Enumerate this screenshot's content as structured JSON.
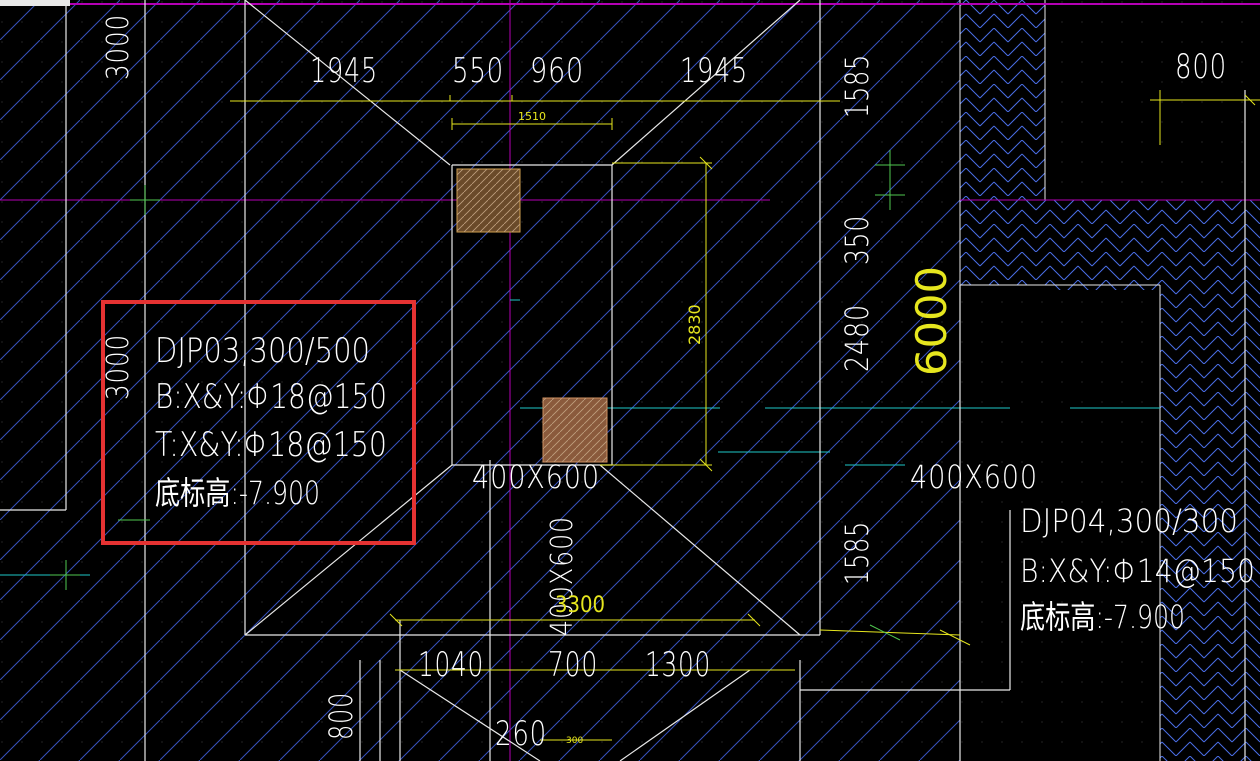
{
  "colors": {
    "background": "#000000",
    "white_line": "#e8e8e8",
    "yellow_line": "#e6e61e",
    "cyan_line": "#1ec8c8",
    "magenta_line": "#b400b4",
    "hatch_blue": "#4a6ee6",
    "highlight_box": "#e53232",
    "column_fill": "#8a5a3c"
  },
  "footing_left": {
    "id_line": "DJP03,300/500",
    "bottom_rebar": "B:X&Y:Φ18@150",
    "top_rebar": "T:X&Y:Φ18@150",
    "bottom_elev": "底标高:-7.900"
  },
  "footing_right": {
    "id_line": "DJP04,300/300",
    "bottom_rebar": "B:X&Y:Φ14@150",
    "bottom_elev": "底标高:-7.900"
  },
  "dims": {
    "top_1945_a": "1945",
    "top_550": "550",
    "top_960": "960",
    "top_1945_b": "1945",
    "top_right_800": "800",
    "small_1510": "1510",
    "v_2830": "2830",
    "v_1585_top": "1585",
    "v_350": "350",
    "v_2480": "2480",
    "v_6000": "6000",
    "v_1585_bot": "1585",
    "v_3000_top": "3000",
    "v_3000_mid": "3000",
    "col_mid": "400X600",
    "col_right": "400X600",
    "col_vert": "400X600",
    "bot_3300": "3300",
    "bot_1040": "1040",
    "bot_700": "700",
    "bot_1300": "1300",
    "bot_260": "260",
    "bot_300_small": "300",
    "left_800": "800"
  }
}
